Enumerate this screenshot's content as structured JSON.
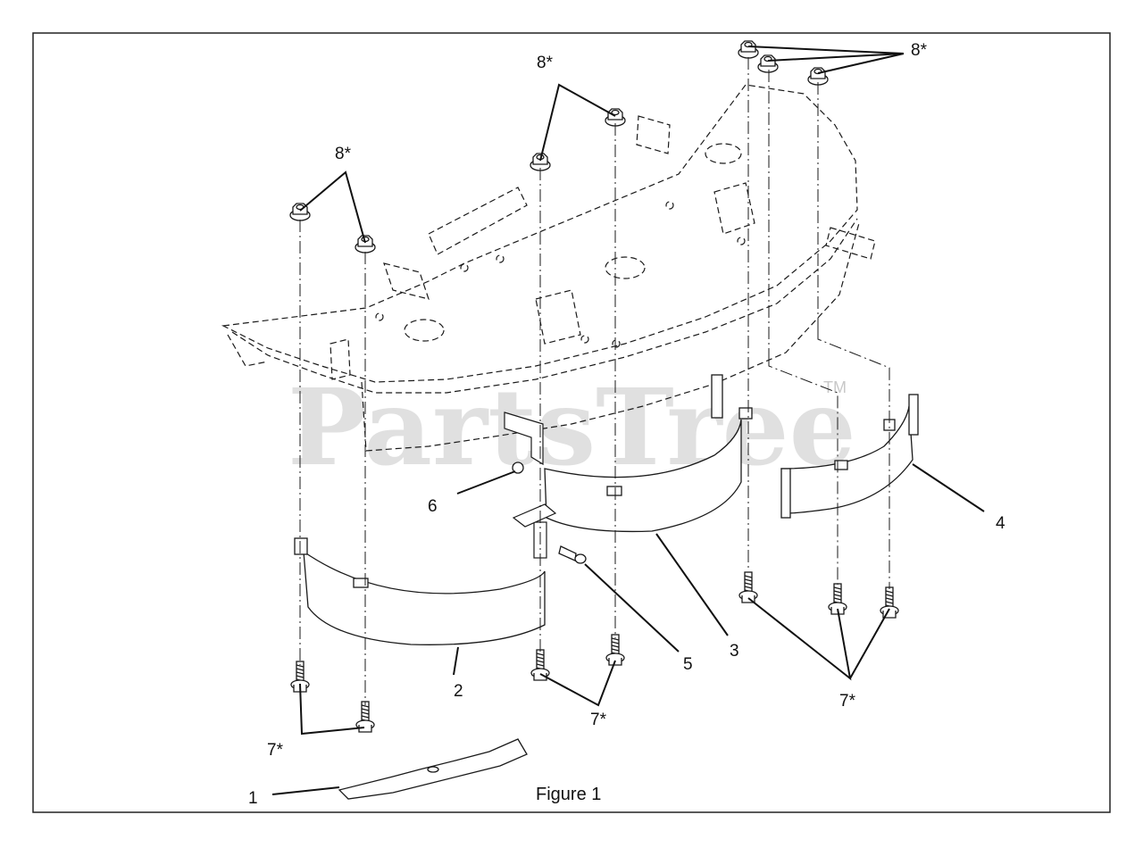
{
  "figure": {
    "caption": "Figure 1",
    "watermark": "PartsTree",
    "watermark_tm": "TM"
  },
  "callouts": {
    "c1": "1",
    "c2": "2",
    "c3": "3",
    "c4": "4",
    "c5": "5",
    "c6": "6",
    "c7_left": "7*",
    "c7_mid": "7*",
    "c7_right": "7*",
    "c8_left": "8*",
    "c8_mid": "8*",
    "c8_right": "8*"
  },
  "colors": {
    "line": "#1a1a1a",
    "watermark": "#c8c8c8",
    "border": "#222222"
  }
}
